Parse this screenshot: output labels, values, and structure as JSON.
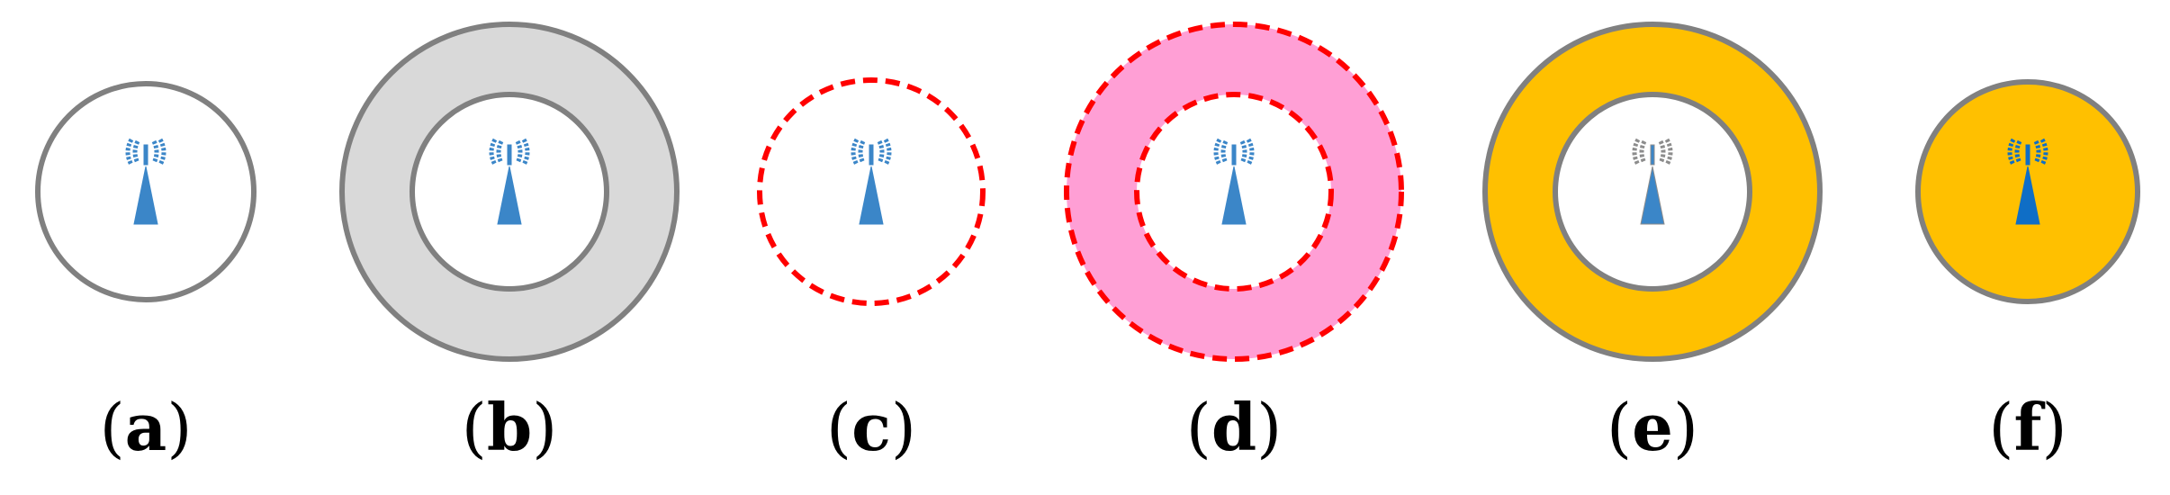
{
  "colors": {
    "gray_ring": "#d9d9d9",
    "gray_stroke": "#808080",
    "red_dash": "#ff0000",
    "pink_ring": "#ff9fd5",
    "orange_fill": "#ffc000",
    "tower_blue": "#3b86c8",
    "tower_blue_solid": "#0f6ec6",
    "tower_gray": "#8c8c8c",
    "background": "#ffffff"
  },
  "panels": [
    {
      "key": "a",
      "label": "a",
      "style": "solid-gray-single",
      "tower_icon": "cell-tower-icon"
    },
    {
      "key": "b",
      "label": "b",
      "style": "solid-gray-double-gray-ring",
      "tower_icon": "cell-tower-icon"
    },
    {
      "key": "c",
      "label": "c",
      "style": "dashed-red-single",
      "tower_icon": "cell-tower-icon"
    },
    {
      "key": "d",
      "label": "d",
      "style": "dashed-red-double-pink-ring",
      "tower_icon": "cell-tower-icon"
    },
    {
      "key": "e",
      "label": "e",
      "style": "solid-gray-double-orange-ring",
      "tower_icon": "cell-tower-icon"
    },
    {
      "key": "f",
      "label": "f",
      "style": "solid-gray-single-orange-fill",
      "tower_icon": "cell-tower-icon"
    }
  ]
}
